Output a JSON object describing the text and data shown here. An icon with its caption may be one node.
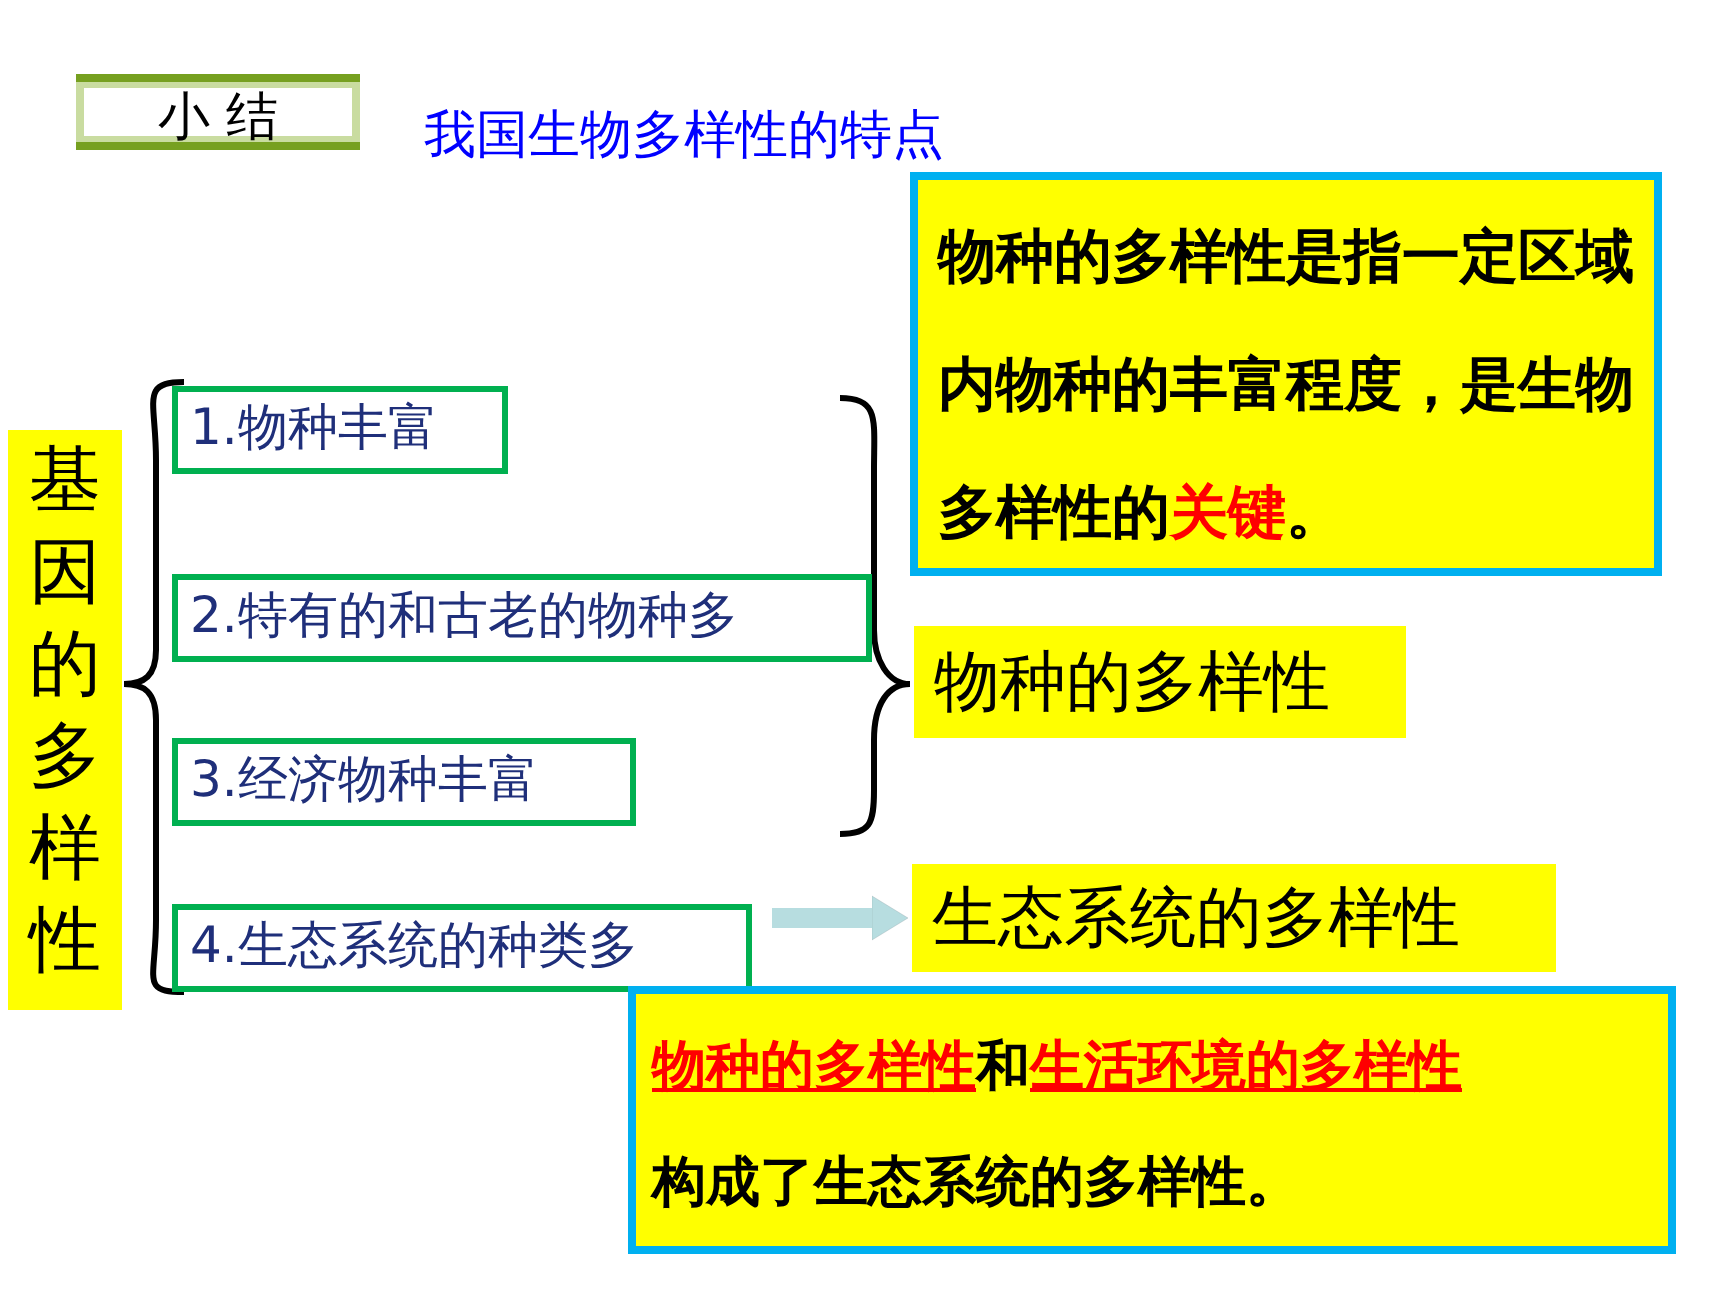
{
  "diagram": {
    "title": "我国生物多样性的特点",
    "nodes": [
      {
        "text": [
          "小 结"
        ]
      },
      {
        "text": [
          "基因的多样性"
        ]
      },
      {
        "text": [
          "1.物种丰富"
        ]
      },
      {
        "text": [
          "2.特有的和古老的物种多"
        ]
      },
      {
        "text": [
          "3.经济物种丰富"
        ]
      },
      {
        "text": [
          "4.生态系统的种类多"
        ]
      },
      {
        "text": [
          "物种的多样性"
        ]
      },
      {
        "text": [
          "物种的多样性是指一定区域内物种的丰富程度，是生物多样性的**关键**。"
        ]
      },
      {
        "text": [
          "生态系统的多样性"
        ]
      },
      {
        "text": [
          "**物种的多样性**和**生活环境的多样性**",
          "构成了生态系统的多样性。"
        ]
      }
    ],
    "edges": [
      {
        "from": 5,
        "to": 8,
        "arrow": "to"
      }
    ]
  }
}
